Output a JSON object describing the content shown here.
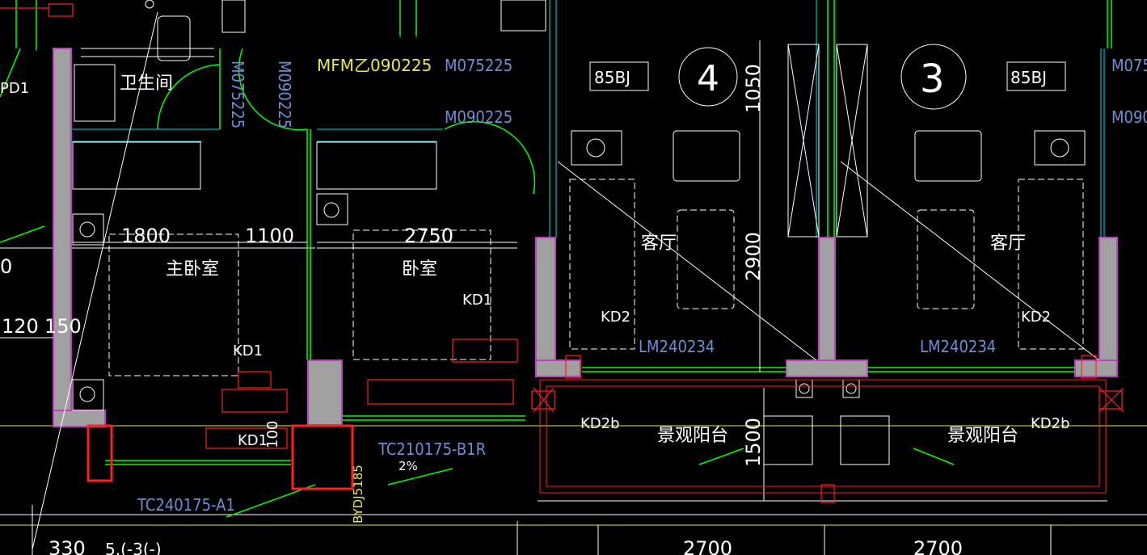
{
  "rooms": {
    "bathroom": "卫生间",
    "master_bedroom": "主卧室",
    "bedroom": "卧室",
    "living_left": "客厅",
    "living_right": "客厅",
    "balcony_left": "景观阳台",
    "balcony_right": "景观阳台"
  },
  "door_tags": {
    "m075225_vert": "M075225",
    "m090225_vert": "M090225",
    "mfm": "MFM乙090225",
    "m075225_top": "M075225",
    "m090225_mid": "M090225",
    "m075225_edge": "M075",
    "m090225_edge": "M090"
  },
  "window_tags": {
    "lm_left": "LM240234",
    "lm_right": "LM240234",
    "tc240175": "TC240175-A1",
    "tc210175": "TC210175-B1R",
    "bydj": "BYDJ5185",
    "bj_left": "85BJ",
    "bj_right": "85BJ"
  },
  "equipment_tags": {
    "kd1_a": "KD1",
    "kd1_b": "KD1",
    "kd1_c": "KD1",
    "kd2_left": "KD2",
    "kd2_right": "KD2",
    "kd2b_left": "KD2b",
    "kd2b_right": "KD2b",
    "pd1": "PD1"
  },
  "dimensions": {
    "d1800": "1800",
    "d1100": "1100",
    "d2750": "2750",
    "d120": "120",
    "d150": "150",
    "d1050": "1050",
    "d2900": "2900",
    "d1500": "1500",
    "d330": "330",
    "d2700a": "2700",
    "d2700b": "2700",
    "slope": "2%",
    "d100": "100",
    "bottom_note": "5.(-3(-)",
    "left_zero": "0"
  },
  "unit_markers": {
    "unit4": "4",
    "unit3": "3"
  },
  "colors": {
    "background": "#000000",
    "wall_fill": "#a0a0a0",
    "wall_outline": "#c040c0",
    "green_line": "#00ff00",
    "cyan_line": "#00e0e0",
    "red_line": "#ff2020",
    "yellow_line": "#e8e84a",
    "white_line": "#ffffff",
    "tag_blue": "#6e8fd8",
    "highlight_box": "#ff2020"
  }
}
